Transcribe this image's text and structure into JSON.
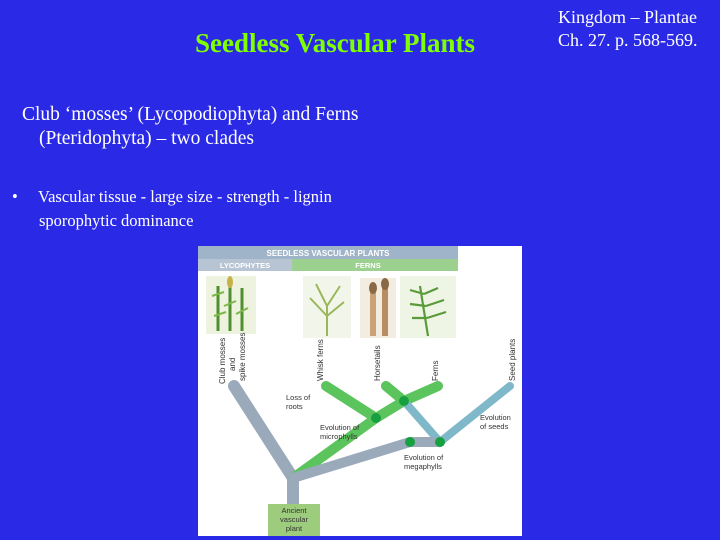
{
  "slide": {
    "title": "Seedless Vascular Plants",
    "ref_line1": "Kingdom – Plantae",
    "ref_line2": "Ch. 27. p. 568-569.",
    "subtitle_line1": "Club ‘mosses’ (Lycopodiophyta) and Ferns",
    "subtitle_line2": "(Pteridophyta) – two clades",
    "bullet_symbol": "•",
    "bullet_line1": "Vascular tissue - large size - strength - lignin",
    "bullet_line2": "sporophytic dominance"
  },
  "figure": {
    "header": "SEEDLESS VASCULAR PLANTS",
    "group_left": "LYCOPHYTES",
    "group_right": "FERNS",
    "taxa": [
      "Club mosses",
      "and",
      "spike mosses",
      "Whisk ferns",
      "Horsetails",
      "Ferns",
      "Seed plants"
    ],
    "events": [
      "Loss of",
      "roots",
      "Evolution of",
      "microphylls",
      "Evolution",
      "of seeds",
      "Evolution of",
      "megaphylls"
    ],
    "root_label": [
      "Ancient",
      "vascular",
      "plant"
    ],
    "colors": {
      "background": "#2a2ae6",
      "title": "#7fff00",
      "header_bar": "#9fb4c8",
      "lycophyte_bar": "#b7c4d4",
      "fern_bar": "#9bd08e",
      "branch_green": "#5cc45c",
      "branch_grey": "#9aaabb",
      "node": "#17a040"
    }
  }
}
